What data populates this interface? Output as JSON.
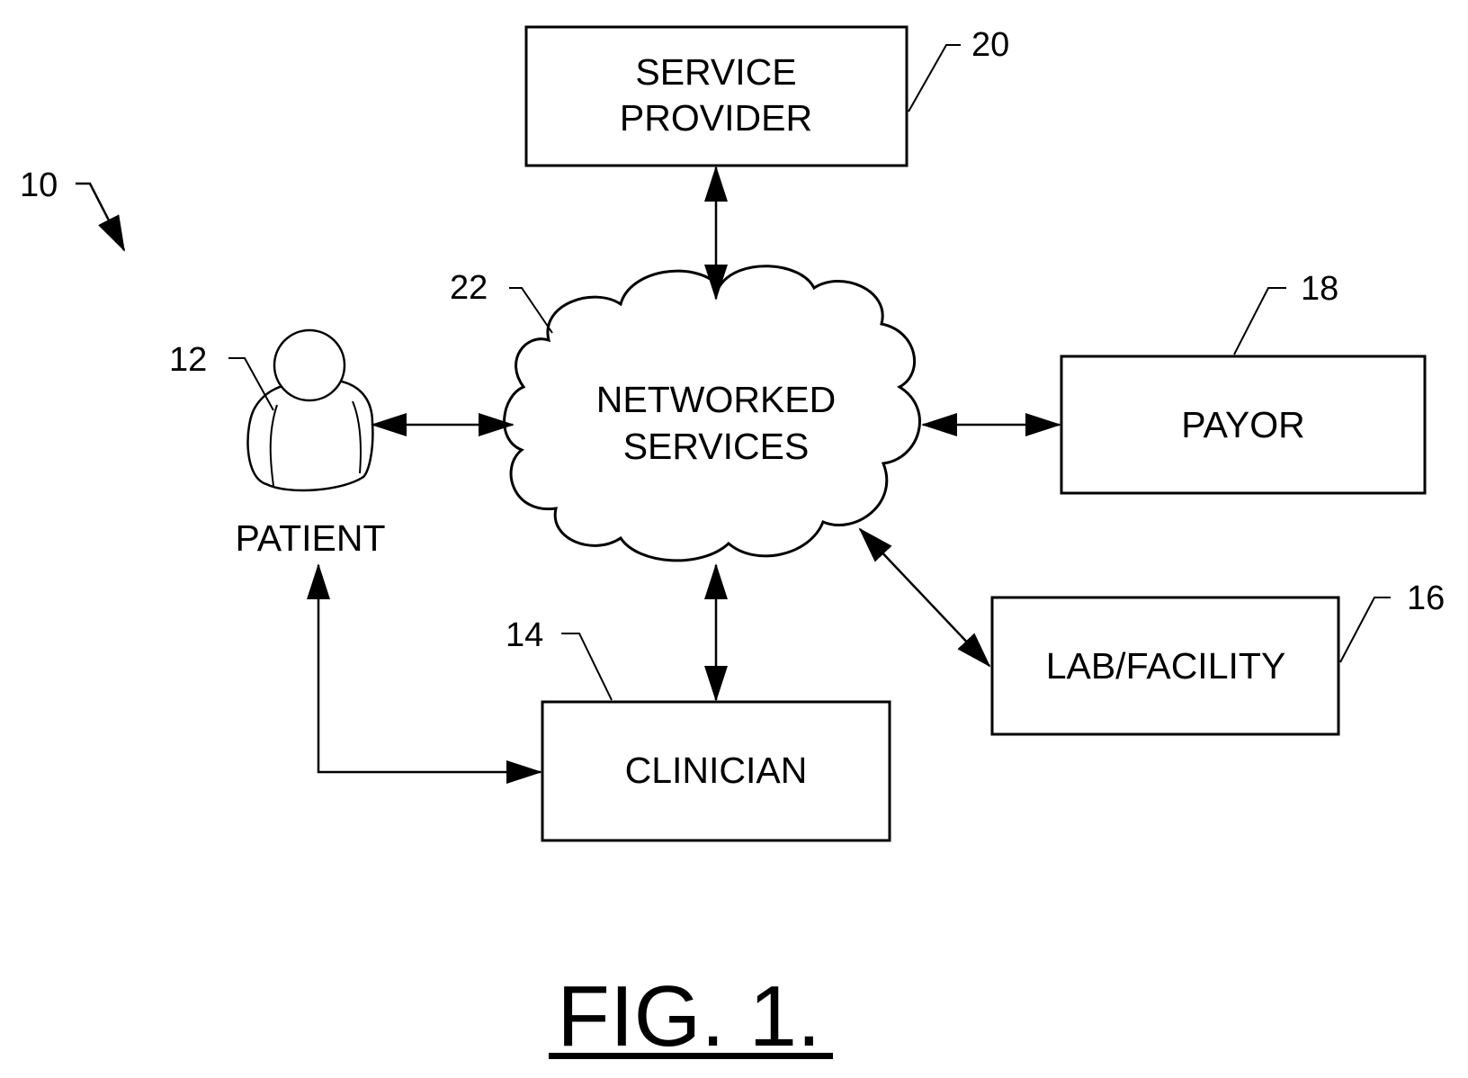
{
  "figure": {
    "title": "FIG. 1.",
    "system_ref": "10"
  },
  "nodes": {
    "service_provider": {
      "line1": "SERVICE",
      "line2": "PROVIDER",
      "ref": "20"
    },
    "networked_services": {
      "line1": "NETWORKED",
      "line2": "SERVICES",
      "ref": "22"
    },
    "patient": {
      "label": "PATIENT",
      "ref": "12"
    },
    "payor": {
      "label": "PAYOR",
      "ref": "18"
    },
    "lab_facility": {
      "label": "LAB/FACILITY",
      "ref": "16"
    },
    "clinician": {
      "label": "CLINICIAN",
      "ref": "14"
    }
  },
  "connections": [
    {
      "from": "service_provider",
      "to": "networked_services",
      "direction": "bidirectional"
    },
    {
      "from": "patient",
      "to": "networked_services",
      "direction": "bidirectional"
    },
    {
      "from": "networked_services",
      "to": "payor",
      "direction": "bidirectional"
    },
    {
      "from": "networked_services",
      "to": "lab_facility",
      "direction": "bidirectional"
    },
    {
      "from": "networked_services",
      "to": "clinician",
      "direction": "bidirectional"
    },
    {
      "from": "patient",
      "to": "clinician",
      "direction": "bidirectional"
    }
  ]
}
